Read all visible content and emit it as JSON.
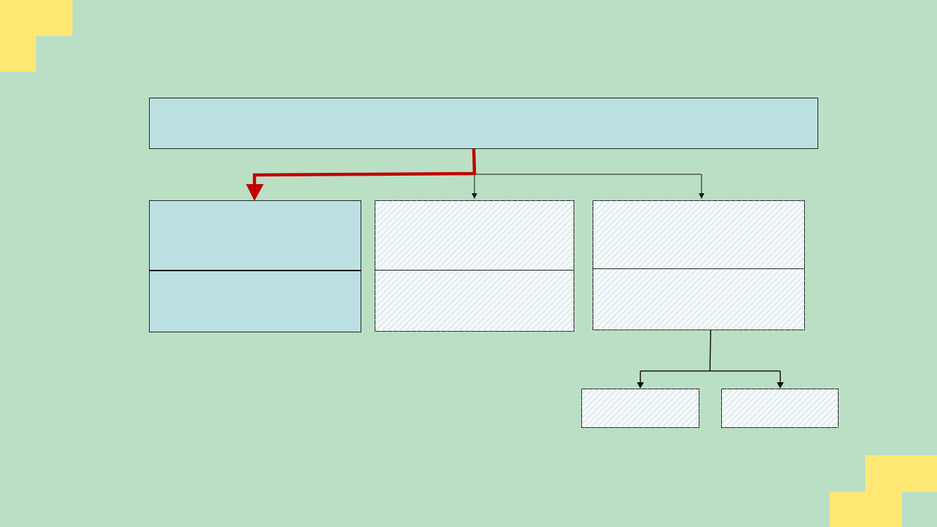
{
  "colors": {
    "background": "#BBDFC5",
    "accent_yellow": "#FFE873",
    "box_fill": "#BCE0E2",
    "hatched_fill": "#F4F9FA",
    "hatch_stroke": "#B7CBD6",
    "border": "#222222",
    "highlight_arrow": "#C00000",
    "connector": "#111111"
  },
  "diagram": {
    "root": {
      "text": ""
    },
    "children": [
      {
        "top_text": "",
        "bottom_text": "",
        "style": "solid",
        "highlighted": true
      },
      {
        "top_text": "",
        "bottom_text": "",
        "style": "hatched",
        "highlighted": false
      },
      {
        "top_text": "",
        "bottom_text": "",
        "style": "hatched",
        "highlighted": false
      }
    ],
    "grandchildren": [
      {
        "text": "",
        "style": "hatched"
      },
      {
        "text": "",
        "style": "hatched"
      }
    ]
  }
}
